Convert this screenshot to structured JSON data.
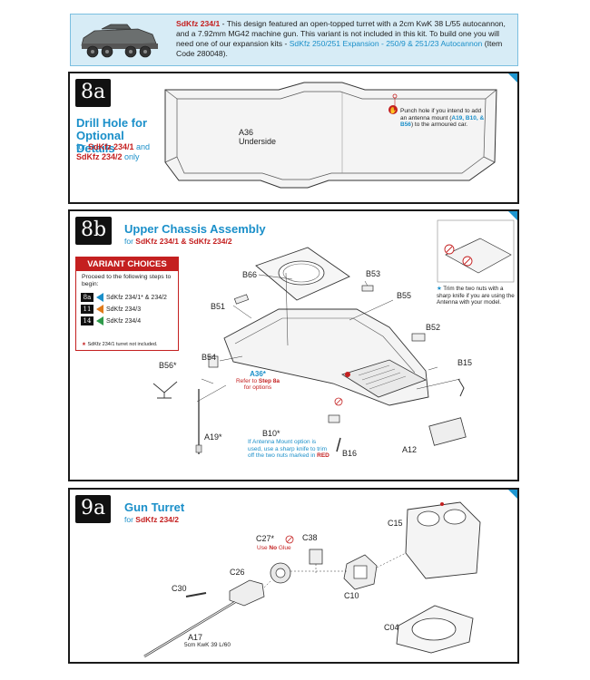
{
  "intro": {
    "model": "SdKfz 234/1",
    "text_a": " - This design featured an open-topped turret with a 2cm KwK 38 L/55 autocannon, and a 7.92mm MG42 machine gun.  This variant is not included in this kit.  To build one you will need one of our expansion kits - ",
    "kit_link": "SdKfz 250/251 Expansion - 250/9 & 251/23 Autocannon",
    "text_b": " (Item Code 280048)."
  },
  "step8a": {
    "badge": "8a",
    "title": "Drill Hole for Optional Details",
    "for_prefix": "for ",
    "for_a": "SdKfz 234/1",
    "and": " and",
    "for_b": "SdKfz 234/2",
    "only": " only",
    "part": "A36",
    "part_sub": "Underside",
    "punch_a": "Punch hole if you intend to add an antenna mount (",
    "punch_parts": "A19, B10, & B56",
    "punch_b": ") to the armoured car."
  },
  "step8b": {
    "badge": "8b",
    "title": "Upper Chassis Assembly",
    "for_prefix": "for ",
    "for_a": "SdKfz 234/1",
    "amp": " & ",
    "for_b": "SdKfz 234/2",
    "variant_title": "VARIANT CHOICES",
    "variant_intro": "Proceed to the following steps to begin:",
    "variants": [
      {
        "step": "8a",
        "label": "SdKfz 234/1* & 234/2",
        "color": "#1a8fc9"
      },
      {
        "step": "11",
        "label": "SdKfz 234/3",
        "color": "#e07a1a"
      },
      {
        "step": "14",
        "label": "SdKfz 234/4",
        "color": "#2e9a4a"
      }
    ],
    "variant_note": "SdKfz 234/1 turret not included.",
    "trim_note": "Trim the two nuts with a sharp knife if you are using the Antenna with your model.",
    "parts": {
      "b66": "B66",
      "b53": "B53",
      "b51": "B51",
      "b55": "B55",
      "b52": "B52",
      "b54": "B54",
      "b56": "B56*",
      "b15": "B15",
      "a19": "A19*",
      "b16": "B16",
      "a12": "A12",
      "b10": "B10*",
      "a36": "A36*"
    },
    "refer_a": "Refer to ",
    "refer_step": "Step 8a",
    "refer_b": "for options",
    "b10_note_a": "If Antenna Mount option is used, use a sharp knife to trim off the two nuts marked in ",
    "b10_note_red": "RED"
  },
  "step9a": {
    "badge": "9a",
    "title": "Gun Turret",
    "for_prefix": "for ",
    "for_a": "SdKfz 234/2",
    "parts": {
      "c27": "C27*",
      "c27_note_a": "Use ",
      "c27_note_b": "No",
      "c27_note_c": " Glue",
      "c38": "C38",
      "c15": "C15",
      "c26": "C26",
      "c30": "C30",
      "c10": "C10",
      "c04": "C04",
      "a17": "A17",
      "a17_sub": "5cm KwK 39 L/60"
    }
  }
}
